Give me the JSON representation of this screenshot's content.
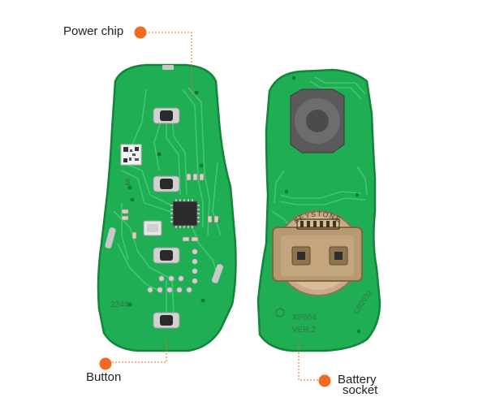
{
  "callouts": {
    "power_chip": "Power chip",
    "button": "Button",
    "battery_line1": "Battery",
    "battery_line2": "socket"
  },
  "board_markings": {
    "front_text": "2244",
    "front_number": "3",
    "back_model": "XP064",
    "back_version": "VER.2",
    "cell_type": "CR2032",
    "holder_brand": "KEYSTONE"
  },
  "icons": {
    "callout_marker": "orange-dot-icon",
    "qr_code": "qr-code-icon"
  },
  "colors": {
    "pcb_green": "#1fae54",
    "pcb_edge": "#14843d",
    "trace": "#3fc46f",
    "accent_orange": "#f26a21",
    "pad_silver": "#c9c9c9",
    "battery_holder": "#b79a72"
  }
}
